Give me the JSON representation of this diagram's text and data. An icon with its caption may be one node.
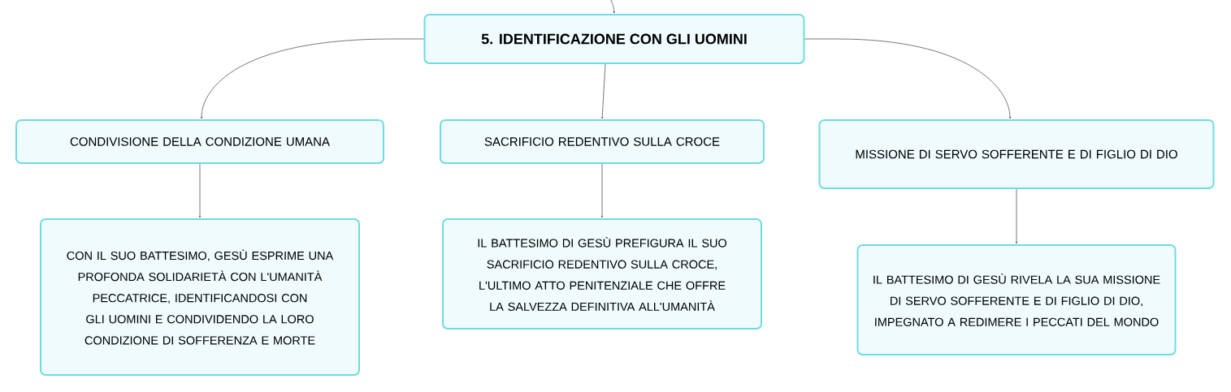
{
  "diagram": {
    "nodes": [
      {
        "text": [
          "5. IDENTIFICAZIONE CON GLI UOMINI"
        ]
      },
      {
        "text": [
          "CONDIVISIONE DELLA CONDIZIONE UMANA"
        ]
      },
      {
        "text": [
          "SACRIFICIO REDENTIVO SULLA CROCE"
        ]
      },
      {
        "text": [
          "MISSIONE DI SERVO SOFFERENTE E DI FIGLIO DI DIO"
        ]
      },
      {
        "text": [
          "CON IL SUO BATTESIMO, GESÙ ESPRIME UNA PROFONDA SOLIDARIETÀ CON L'UMANITÀ PECCATRICE, IDENTIFICANDOSI CON GLI UOMINI E CONDIVIDENDO LA LORO CONDIZIONE DI SOFFERENZA E MORTE"
        ]
      },
      {
        "text": [
          "IL BATTESIMO DI GESÙ PREFIGURA IL SUO SACRIFICIO REDENTIVO SULLA CROCE, L'ULTIMO ATTO PENITENZIALE CHE OFFRE LA SALVEZZA DEFINITIVA ALL'UMANITÀ"
        ]
      },
      {
        "text": [
          "IL BATTESIMO DI GESÙ RIVELA LA SUA MISSIONE DI SERVO SOFFERENTE E DI FIGLIO DI DIO, IMPEGNATO A REDIMERE I PECCATI DEL MONDO"
        ]
      }
    ],
    "edges": [
      {
        "from": null,
        "to": 0,
        "arrow": "to"
      },
      {
        "from": 0,
        "to": 1,
        "arrow": "to"
      },
      {
        "from": 0,
        "to": 2,
        "arrow": "to"
      },
      {
        "from": 0,
        "to": 3,
        "arrow": "to"
      },
      {
        "from": 1,
        "to": 4,
        "arrow": "to"
      },
      {
        "from": 2,
        "to": 5,
        "arrow": "to"
      },
      {
        "from": 3,
        "to": 6,
        "arrow": "to"
      }
    ]
  }
}
